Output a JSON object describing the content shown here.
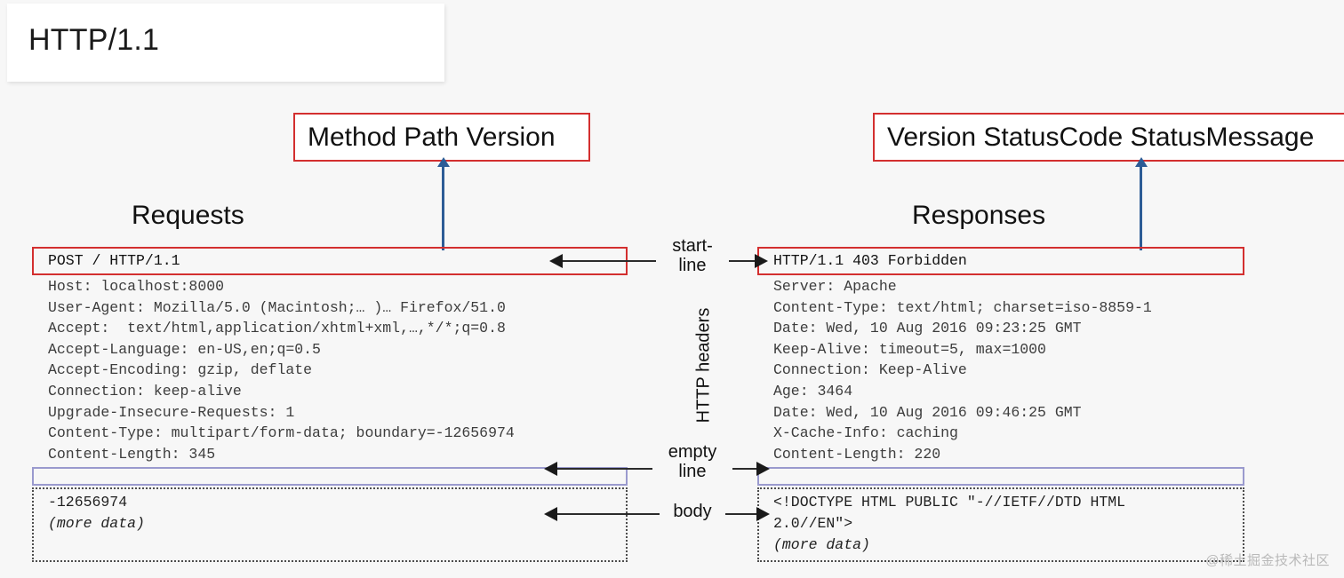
{
  "title_card": {
    "text": "HTTP/1.1"
  },
  "callouts": {
    "request": "Method Path Version",
    "response": "Version StatusCode StatusMessage"
  },
  "headings": {
    "requests": "Requests",
    "responses": "Responses"
  },
  "center_labels": {
    "start_line_1": "start-",
    "start_line_2": "line",
    "http_headers": "HTTP headers",
    "empty_line_1": "empty",
    "empty_line_2": "line",
    "body": "body"
  },
  "request": {
    "start_line": "POST / HTTP/1.1",
    "headers": [
      "Host: localhost:8000",
      "User-Agent: Mozilla/5.0 (Macintosh;… )… Firefox/51.0",
      "Accept:  text/html,application/xhtml+xml,…,*/*;q=0.8",
      "Accept-Language: en-US,en;q=0.5",
      "Accept-Encoding: gzip, deflate",
      "Connection: keep-alive",
      "Upgrade-Insecure-Requests: 1",
      "Content-Type: multipart/form-data; boundary=-12656974",
      "Content-Length: 345"
    ],
    "empty_line": "",
    "body": [
      "-12656974"
    ],
    "body_italic": "(more data)"
  },
  "response": {
    "start_line": "HTTP/1.1 403 Forbidden",
    "headers": [
      "Server: Apache",
      "Content-Type: text/html; charset=iso-8859-1",
      "Date: Wed, 10 Aug 2016 09:23:25 GMT",
      "Keep-Alive: timeout=5, max=1000",
      "Connection: Keep-Alive",
      "Age: 3464",
      "Date: Wed, 10 Aug 2016 09:46:25 GMT",
      "X-Cache-Info: caching",
      "Content-Length: 220"
    ],
    "empty_line": "",
    "body": [
      "<!DOCTYPE HTML PUBLIC \"-//IETF//DTD HTML",
      "2.0//EN\">"
    ],
    "body_italic": "(more data)"
  },
  "watermark": {
    "text": "@稀土掘金技术社区"
  },
  "colors": {
    "callout_border": "#d32f2f",
    "startline_border": "#d32f2f",
    "emptyline_border": "#9a9ace",
    "body_border": "#4d4d4d",
    "blue_arrow": "#2d5c96",
    "black_arrow": "#1a1a1a",
    "page_background": "#f7f7f7",
    "card_background": "#ffffff"
  }
}
